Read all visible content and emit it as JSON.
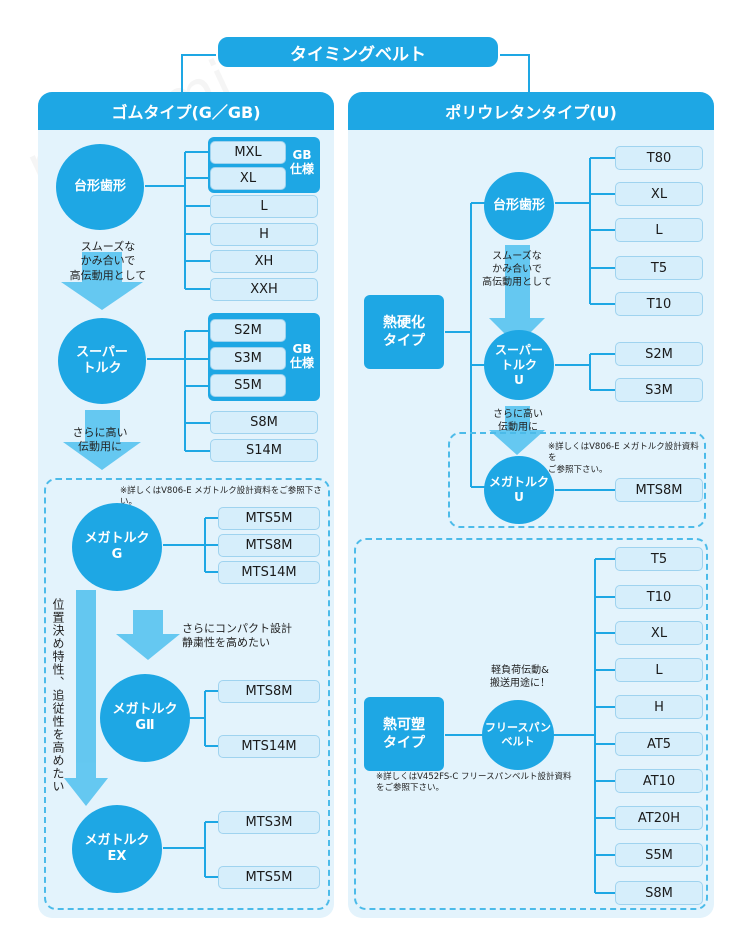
{
  "title": "タイミングベルト",
  "left": {
    "header": "ゴムタイプ(G／GB)",
    "trapezoid": {
      "label": "台形歯形",
      "gb_items": [
        "MXL",
        "XL"
      ],
      "items": [
        "L",
        "H",
        "XH",
        "XXH"
      ]
    },
    "gb_label": "GB\n仕様",
    "arrow1_text": "スムーズな\nかみ合いで\n高伝動用として",
    "supertorque": {
      "label": "スーパー\nトルク",
      "gb_items": [
        "S2M",
        "S3M",
        "S5M"
      ],
      "items": [
        "S8M",
        "S14M"
      ]
    },
    "arrow2_text": "さらに高い\n伝動用に",
    "note": "※詳しくはV806-E メガトルク設計資料をご参照下さい。",
    "megag": {
      "label": "メガトルク\nG",
      "items": [
        "MTS5M",
        "MTS8M",
        "MTS14M"
      ]
    },
    "arrow3_text": "さらにコンパクト設計\n静粛性を高めたい",
    "megag2": {
      "label": "メガトルク\nGⅡ",
      "items": [
        "MTS8M",
        "MTS14M"
      ]
    },
    "vertical_text": "位置決め特性、追従性を高めたい",
    "megaex": {
      "label": "メガトルク\nEX",
      "items": [
        "MTS3M",
        "MTS5M"
      ]
    }
  },
  "right": {
    "header": "ポリウレタンタイプ(U)",
    "thermoset": "熱硬化\nタイプ",
    "trapezoid": {
      "label": "台形歯形",
      "items": [
        "T80",
        "XL",
        "L",
        "T5",
        "T10"
      ]
    },
    "arrow1_text": "スムーズな\nかみ合いで\n高伝動用として",
    "superu": {
      "label": "スーパー\nトルク\nU",
      "items": [
        "S2M",
        "S3M"
      ]
    },
    "arrow2_text": "さらに高い\n伝動用に",
    "note1": "※詳しくはV806-E メガトルク設計資料を\nご参照下さい。",
    "megau": {
      "label": "メガトルク\nU",
      "items": [
        "MTS8M"
      ]
    },
    "thermoplastic": "熱可塑\nタイプ",
    "span_text": "軽負荷伝動&\n搬送用途に！",
    "freespan": "フリースパン\nベルト",
    "freespan_items": [
      "T5",
      "T10",
      "XL",
      "L",
      "H",
      "AT5",
      "AT10",
      "AT20H",
      "S5M",
      "S8M"
    ],
    "note2": "※詳しくはV452FS-C フリースパンベルト設計資料\nをご参照下さい。"
  },
  "colors": {
    "primary": "#1ea7e4",
    "panel": "#e3f3fc",
    "chip": "#d6eefb",
    "line": "#1ea7e4",
    "dash": "#4cbbe9"
  }
}
